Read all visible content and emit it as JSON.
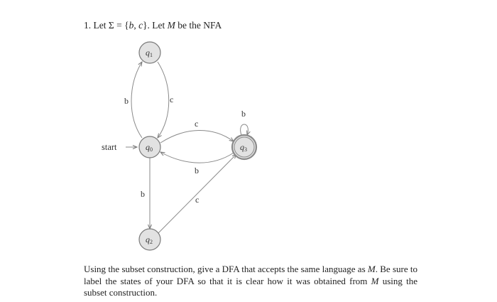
{
  "problem": {
    "number": "1.",
    "lead": "Let Σ = {",
    "alphabet_b": "b",
    "comma": ", ",
    "alphabet_c": "c",
    "close": "}. Let ",
    "machine": "M",
    "tail": " be the NFA"
  },
  "nfa": {
    "start_label": "start",
    "states": {
      "q0": {
        "name": "q",
        "sub": "0"
      },
      "q1": {
        "name": "q",
        "sub": "1"
      },
      "q2": {
        "name": "q",
        "sub": "2"
      },
      "q3": {
        "name": "q",
        "sub": "3",
        "accepting": true
      }
    },
    "transitions": [
      {
        "from": "q0",
        "to": "q1",
        "symbol": "b"
      },
      {
        "from": "q1",
        "to": "q0",
        "symbol": "c"
      },
      {
        "from": "q0",
        "to": "q3",
        "symbol": "c"
      },
      {
        "from": "q3",
        "to": "q0",
        "symbol": "b"
      },
      {
        "from": "q3",
        "to": "q3",
        "symbol": "b"
      },
      {
        "from": "q0",
        "to": "q2",
        "symbol": "b"
      },
      {
        "from": "q2",
        "to": "q3",
        "symbol": "c"
      }
    ]
  },
  "instructions": {
    "part1": "Using the subset construction, give a DFA that accepts the same language as ",
    "machine1": "M",
    "part2": ". Be sure to label the states of your DFA so that it is clear how it was obtained from ",
    "machine2": "M",
    "part3": " using the subset construction."
  }
}
